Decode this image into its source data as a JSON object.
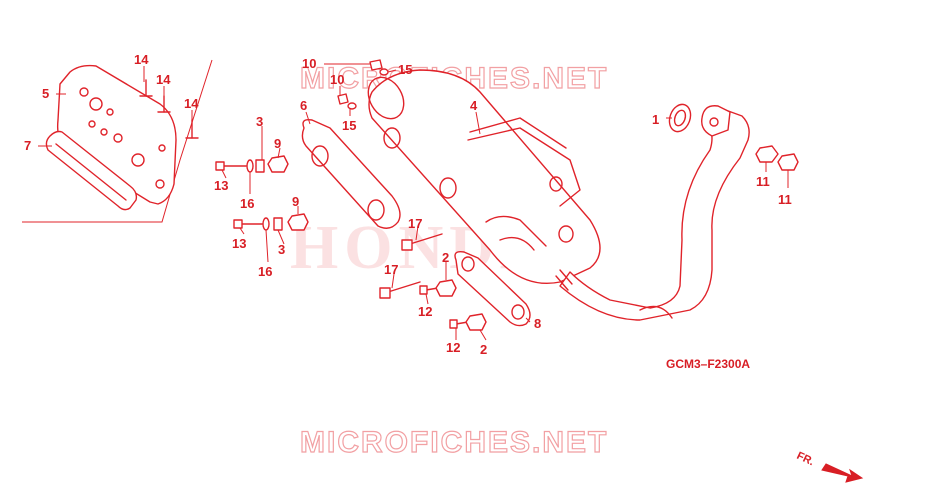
{
  "watermark": {
    "top": "MICROFICHES.NET",
    "bottom": "MICROFICHES.NET",
    "brand": "HONDA"
  },
  "diagram_code": "GCM3–F2300A",
  "direction_label": "FR.",
  "colors": {
    "ink": "#e0232a",
    "watermark": "#f2a0a3"
  },
  "callouts": {
    "c1": "1",
    "c2a": "2",
    "c2b": "2",
    "c3a": "3",
    "c3b": "3",
    "c4": "4",
    "c5": "5",
    "c6": "6",
    "c7": "7",
    "c8": "8",
    "c9a": "9",
    "c9b": "9",
    "c10a": "10",
    "c10b": "10",
    "c11a": "11",
    "c11b": "11",
    "c12a": "12",
    "c12b": "12",
    "c13a": "13",
    "c13b": "13",
    "c14a": "14",
    "c14b": "14",
    "c14c": "14",
    "c15a": "15",
    "c15b": "15",
    "c16a": "16",
    "c16b": "16",
    "c17a": "17",
    "c17b": "17"
  }
}
